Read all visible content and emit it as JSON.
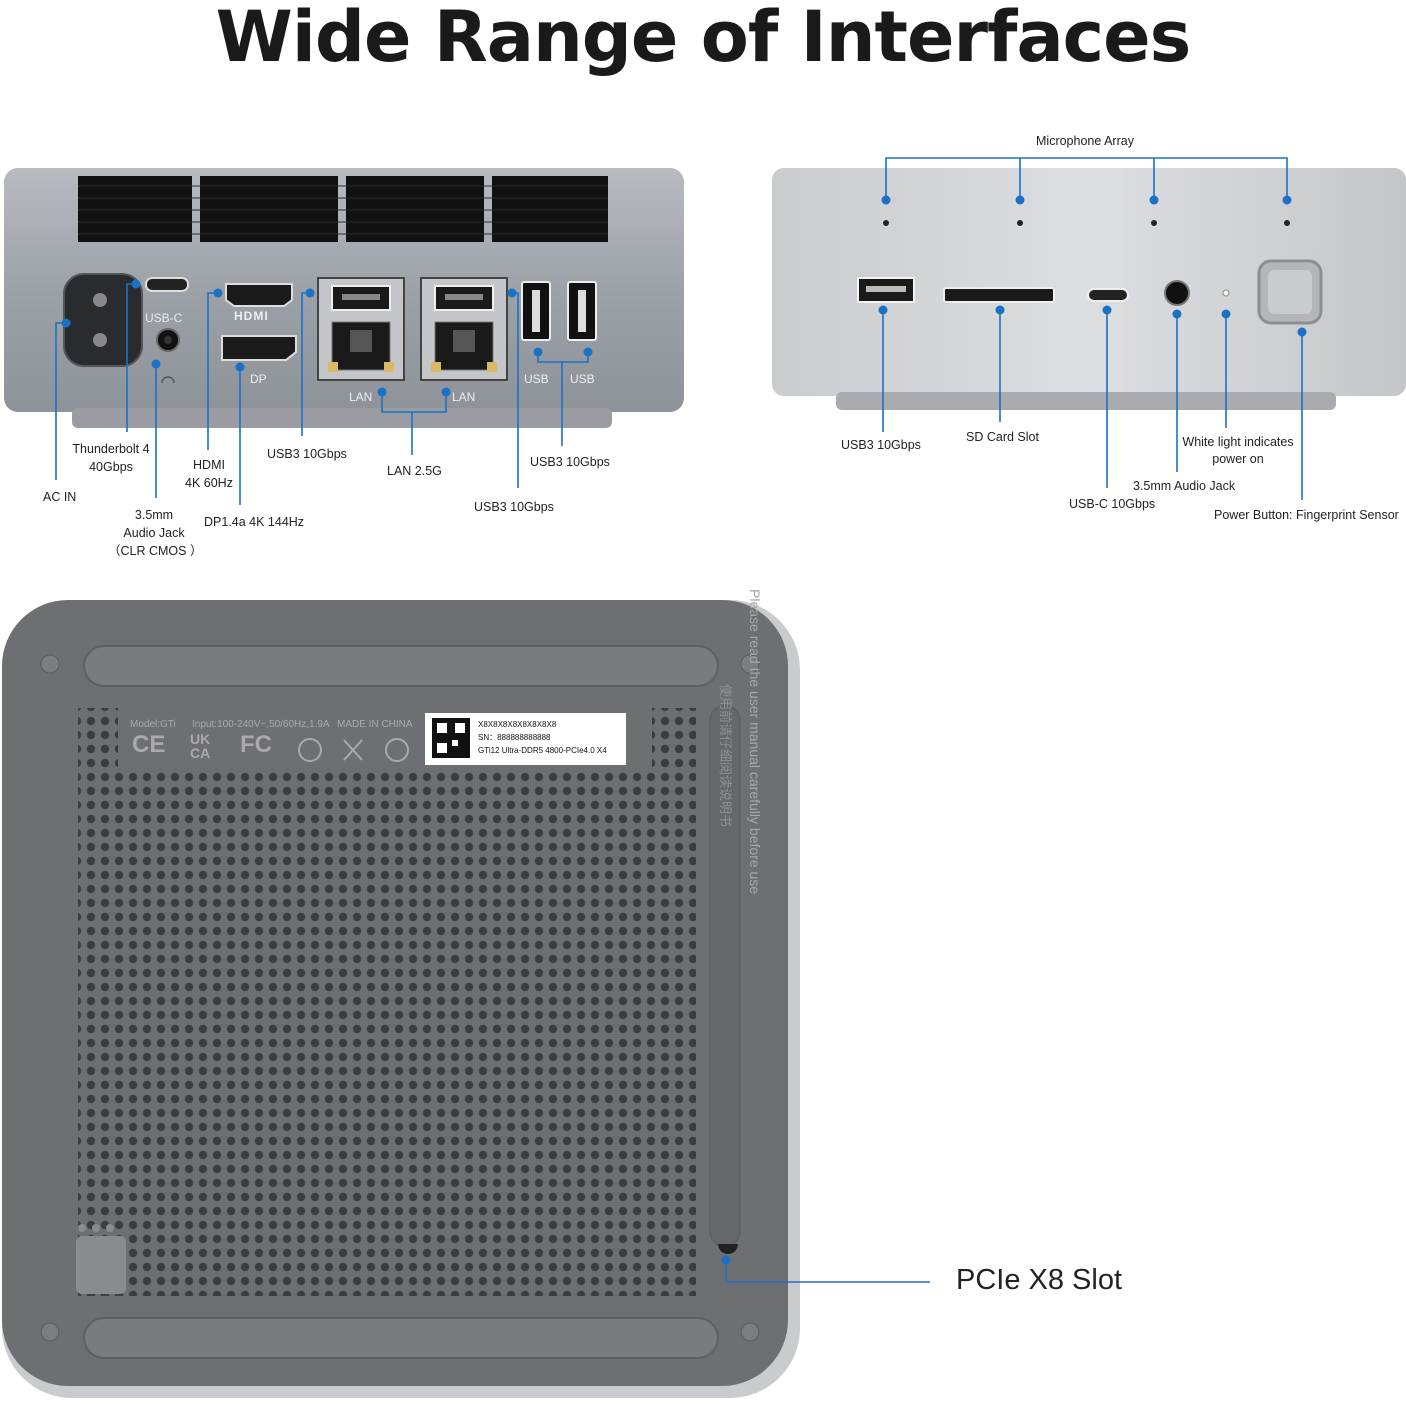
{
  "title": "Wide Range of Interfaces",
  "colors": {
    "callout": "#1a72c4",
    "chassis_dark": "#8a8d94",
    "chassis_light": "#d4d6da",
    "bottom_case": "#6e6f72"
  },
  "rear_panel": {
    "port_text": {
      "usb_c": "USB-C",
      "hdmi": "HDMI",
      "dp": "DP",
      "lan1": "LAN",
      "lan2": "LAN",
      "usb1": "USB",
      "usb2": "USB"
    },
    "callouts": {
      "ac_in": "AC IN",
      "thunderbolt_line1": "Thunderbolt 4",
      "thunderbolt_line2": "40Gbps",
      "audio_line1": "3.5mm",
      "audio_line2": "Audio Jack",
      "audio_line3": "（CLR CMOS ）",
      "hdmi_line1": "HDMI",
      "hdmi_line2": "4K 60Hz",
      "dp": "DP1.4a 4K 144Hz",
      "usb3_a": "USB3 10Gbps",
      "lan": "LAN 2.5G",
      "usb3_b": "USB3 10Gbps",
      "usb3_c": "USB3 10Gbps"
    }
  },
  "front_panel": {
    "callouts": {
      "mic": "Microphone Array",
      "usb3": "USB3 10Gbps",
      "sd": "SD Card Slot",
      "usb_c": "USB-C 10Gbps",
      "audio": "3.5mm Audio Jack",
      "light_line1": "White light indicates",
      "light_line2": "power on",
      "power": "Power Button: Fingerprint Sensor"
    }
  },
  "bottom_panel": {
    "model": "Model:GTi",
    "input": "Input:100-240V~,50/60Hz,1.9A",
    "made_in": "MADE IN CHINA",
    "marks": [
      "CE",
      "UK CA",
      "FC"
    ],
    "sticker_line1": "X8X8X8X8X8X8X8X8",
    "sticker_line2": "SN：888888888888",
    "sticker_line3": "GTi12 Ultra-DDR5 4800-PCIe4.0 X4",
    "warning_cn": "使用前请仔细阅读说明书",
    "warning_en": "Please read the user manual carefully before use",
    "pcie_label": "PCIe X8 Slot"
  }
}
